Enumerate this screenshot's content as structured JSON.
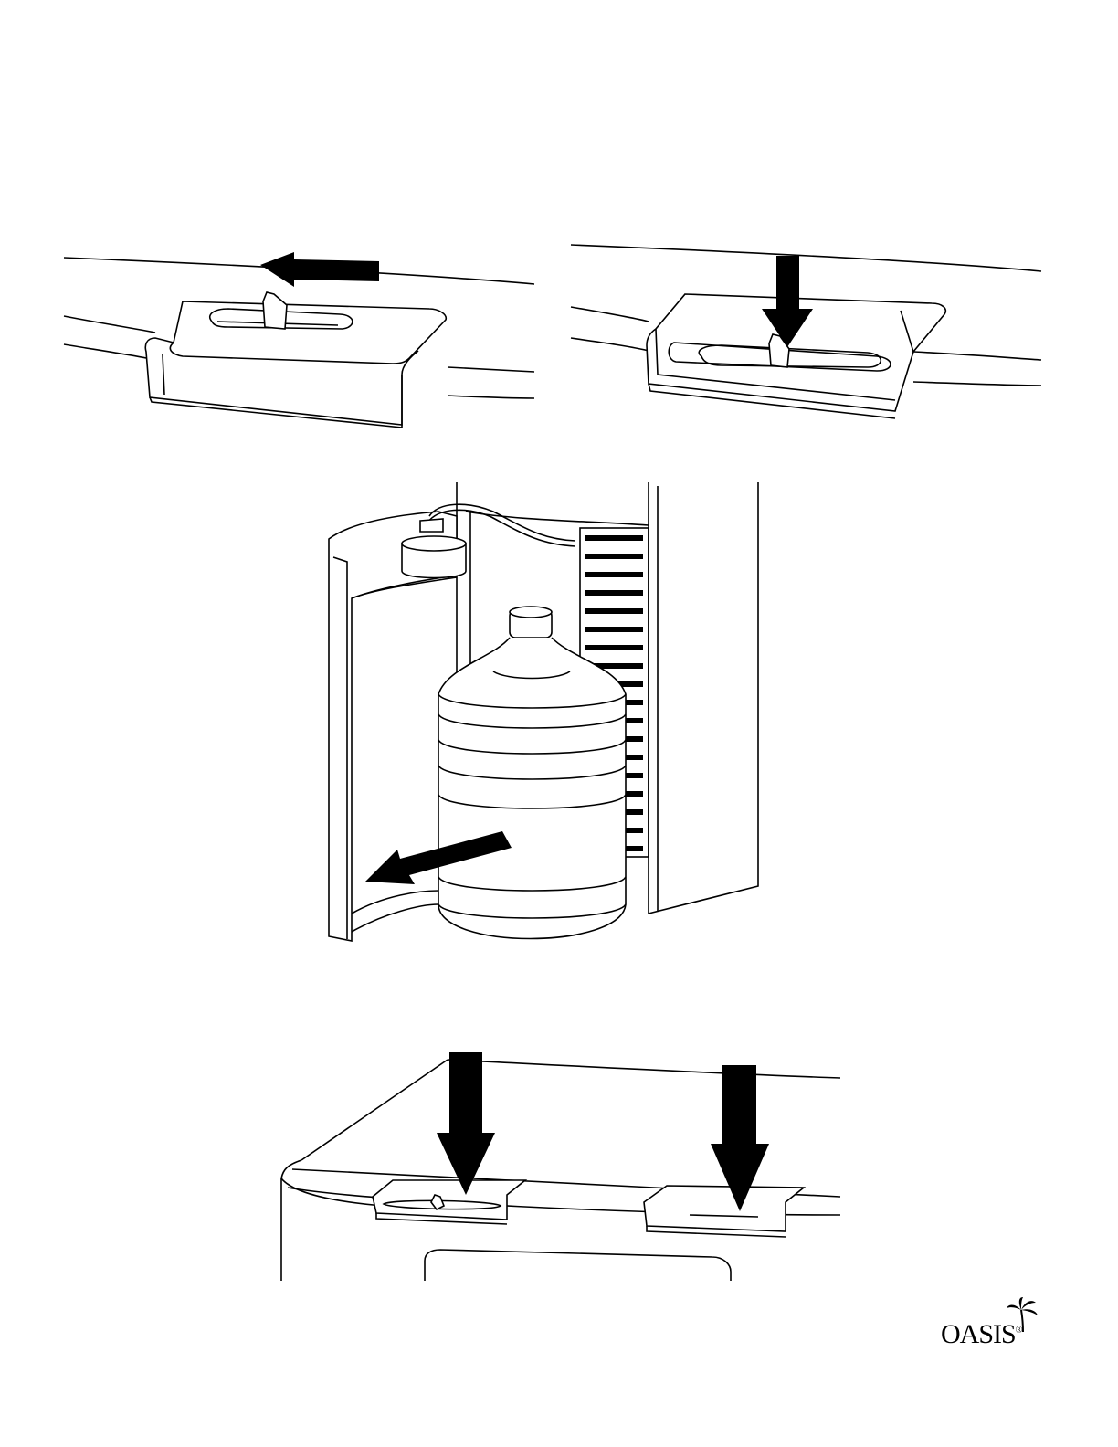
{
  "figure": {
    "panels": [
      {
        "id": "step-slide-lever",
        "arrow": "left"
      },
      {
        "id": "step-press-lever",
        "arrow": "down"
      },
      {
        "id": "step-remove-bottle",
        "arrow": "down-left"
      },
      {
        "id": "step-press-reservoir-buttons",
        "arrows": [
          "down",
          "down"
        ]
      }
    ]
  },
  "logo": {
    "text": "OASIS",
    "trademark": "®"
  },
  "colors": {
    "ink": "#000000",
    "paper": "#ffffff"
  }
}
